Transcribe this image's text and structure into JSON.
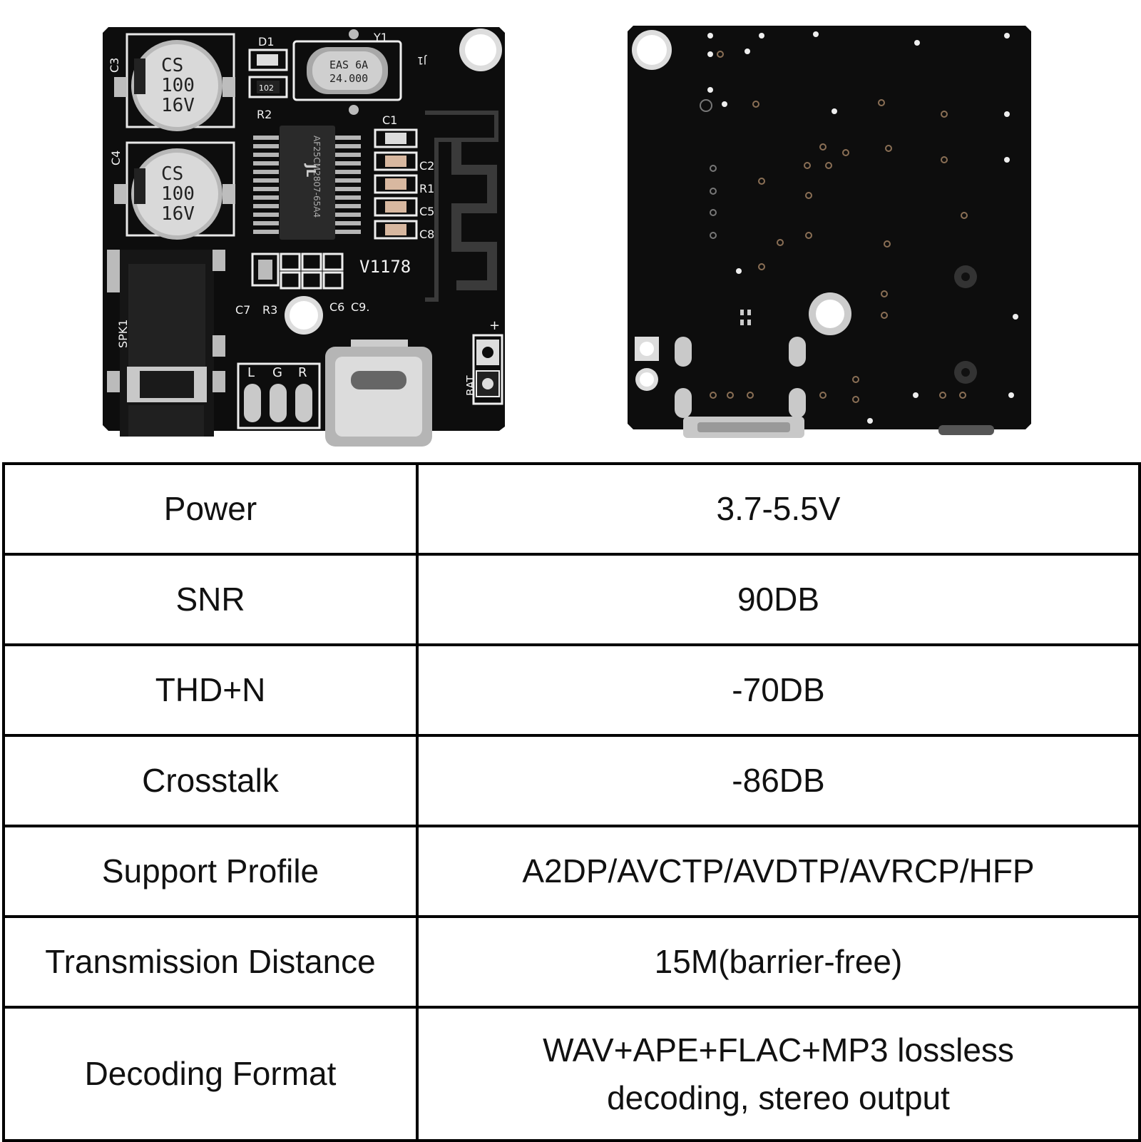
{
  "board_front": {
    "capacitors": [
      {
        "designator": "C3",
        "marking": [
          "CS",
          "100",
          "16V"
        ]
      },
      {
        "designator": "C4",
        "marking": [
          "CS",
          "100",
          "16V"
        ]
      }
    ],
    "crystal": {
      "designator": "Y1",
      "marking": [
        "24.000",
        "EAS 6A"
      ]
    },
    "chip_marking": "AF25CM2807-65A4",
    "version": "V1178",
    "led_label": "D1",
    "resistor_marking": "102",
    "silk_labels": [
      "R2",
      "C1",
      "C2",
      "R1",
      "C5",
      "C8",
      "C7",
      "R3",
      "C6",
      "C9.",
      "SPK1",
      "L",
      "G",
      "R",
      "BAT",
      "+",
      "J1"
    ]
  },
  "spec_table": [
    {
      "label": "Power",
      "value": "3.7-5.5V"
    },
    {
      "label": "SNR",
      "value": "90DB"
    },
    {
      "label": "THD+N",
      "value": "-70DB"
    },
    {
      "label": "Crosstalk",
      "value": "-86DB"
    },
    {
      "label": "Support Profile",
      "value": "A2DP/AVCTP/AVDTP/AVRCP/HFP"
    },
    {
      "label": "Transmission Distance",
      "value": "15M(barrier-free)"
    },
    {
      "label": "Decoding Format",
      "value": "WAV+APE+FLAC+MP3 lossless decoding, stereo output"
    }
  ],
  "colors": {
    "pcb": "#0d0d0d",
    "silkscreen": "#f2f2f2",
    "pad": "#c9c9c9",
    "table_border": "#000000"
  }
}
